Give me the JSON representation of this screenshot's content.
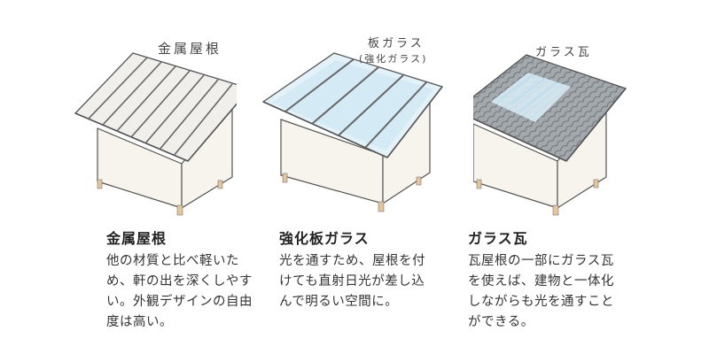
{
  "panels": [
    {
      "handwritten_label": "金属屋根",
      "title": "金属屋根",
      "description": "他の材質と比べ軽いため、軒の出を深くしやすい。外観デザインの自由度は高い。"
    },
    {
      "handwritten_label": "板ガラス",
      "handwritten_sublabel": "(強化ガラス)",
      "title": "強化板ガラス",
      "description": "光を通すため、屋根を付けても直射日光が差し込んで明るい空間に。"
    },
    {
      "handwritten_label": "ガラス瓦",
      "title": "ガラス瓦",
      "description": "瓦屋根の一部にガラス瓦を使えば、建物と一体化しながらも光を通すことができる。"
    }
  ],
  "colors": {
    "wall": "#f7f4ee",
    "metal_roof": "#f1efec",
    "glass_roof": "#e3f1f8",
    "tile_roof": "#9aa0a6",
    "glass_tile": "#d9eef8",
    "leg": "#e7c59a",
    "line": "#555555"
  }
}
